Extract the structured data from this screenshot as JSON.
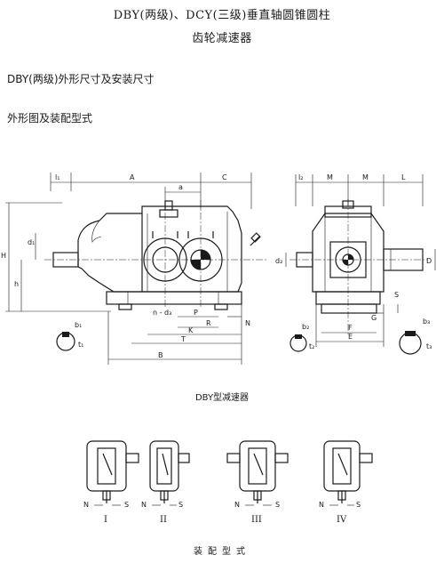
{
  "header": {
    "title_line1": "DBY(两级)、DCY(三级)垂直轴圆锥圆柱",
    "title_line2": "齿轮减速器"
  },
  "section": {
    "dims_heading": "DBY(两级)外形尺寸及安装尺寸",
    "form_heading": "外形图及装配型式"
  },
  "front_view": {
    "labels": {
      "l1": "l₁",
      "A": "A",
      "C": "C",
      "a": "a",
      "H": "H",
      "h": "h",
      "d1": "d₁",
      "n_d3": "n - d₃",
      "P": "P",
      "R": "R",
      "N": "N",
      "K": "K",
      "T": "T",
      "B": "B",
      "b1": "b₁",
      "t1": "t₁"
    }
  },
  "side_view": {
    "labels": {
      "l2": "l₂",
      "M_left": "M",
      "M_right": "M",
      "L": "L",
      "d2": "d₂",
      "D": "D",
      "S": "S",
      "G": "G",
      "F": "F",
      "E": "E",
      "b2": "b₂",
      "t2": "t₂",
      "b3": "b₃",
      "t3": "t₃"
    }
  },
  "caption_drawing": "DBY型减速器",
  "assembly": {
    "forms": [
      {
        "roman": "I",
        "n": "N",
        "s": "S"
      },
      {
        "roman": "II",
        "n": "N",
        "s": "S"
      },
      {
        "roman": "III",
        "n": "N",
        "s": "S"
      },
      {
        "roman": "IV",
        "n": "N",
        "s": "S"
      }
    ]
  },
  "caption_assembly": "装配型式"
}
